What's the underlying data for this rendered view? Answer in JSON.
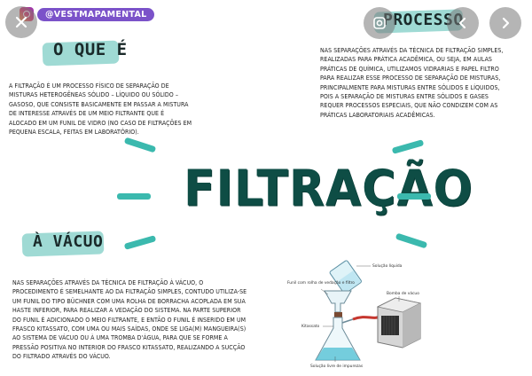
{
  "handle": {
    "text": "@VESTMAPAMENTAL",
    "icon": "instagram-icon"
  },
  "title": "FILTRAÇÃO",
  "sections": {
    "o_que_e": {
      "heading": "O QUE É",
      "text": "A filtração é um processo físico de separação de misturas heterogêneas sólido – líquido ou sólido – gasoso, que consiste basicamente em passar a mistura de interesse através de um meio filtrante que é alocado em um funil de vidro (no caso de filtrações em pequena escala, feitas em laboratório)."
    },
    "processo": {
      "heading": "PROCESSO",
      "text": "Nas separações através da técnica de filtração simples, realizadas para prática acadêmica, ou seja, em aulas práticas de química, utilizamos vidrarias e papel filtro para realizar esse processo de separação de misturas, principalmente para misturas entre sólidos e líquidos, pois a separação de misturas entre sólidos e gases requer processos especiais, que não condizem com as práticas laboratoriais acadêmicas."
    },
    "a_vacuo": {
      "heading": "À VÁCUO",
      "text": "Nas separações através da técnica de filtração à vácuo, o procedimento é semelhante ao da filtração simples, contudo utiliza-se um funil do tipo Büchner com uma rolha de borracha acoplada em sua haste inferior, para realizar a vedação do sistema. Na parte superior do funil é adicionado o meio filtrante, e então o funil é inserido em um frasco kitassato, com uma ou mais saídas, onde se liga(m) mangueira(s) ao sistema de vácuo ou à uma tromba d'água, para que se forme a pressão positiva no interior do frasco kitassato, realizando a sucção do filtrado através do vácuo."
    }
  },
  "diagram_labels": {
    "solution": "Solução líquida",
    "funnel": "Funil com rolha de vedação e filtro",
    "flask": "Kitassato",
    "pump": "Bomba de vácuo",
    "filtrate": "Solução livre de impurezas"
  },
  "controls": {
    "close": "close-icon",
    "lens": "lens-icon",
    "prev": "chevron-left-icon",
    "next": "chevron-right-icon"
  },
  "colors": {
    "accent": "#8ed3cd",
    "title": "#0e4d45",
    "stroke": "#3bb9ae",
    "handle": "#7b52c9"
  }
}
